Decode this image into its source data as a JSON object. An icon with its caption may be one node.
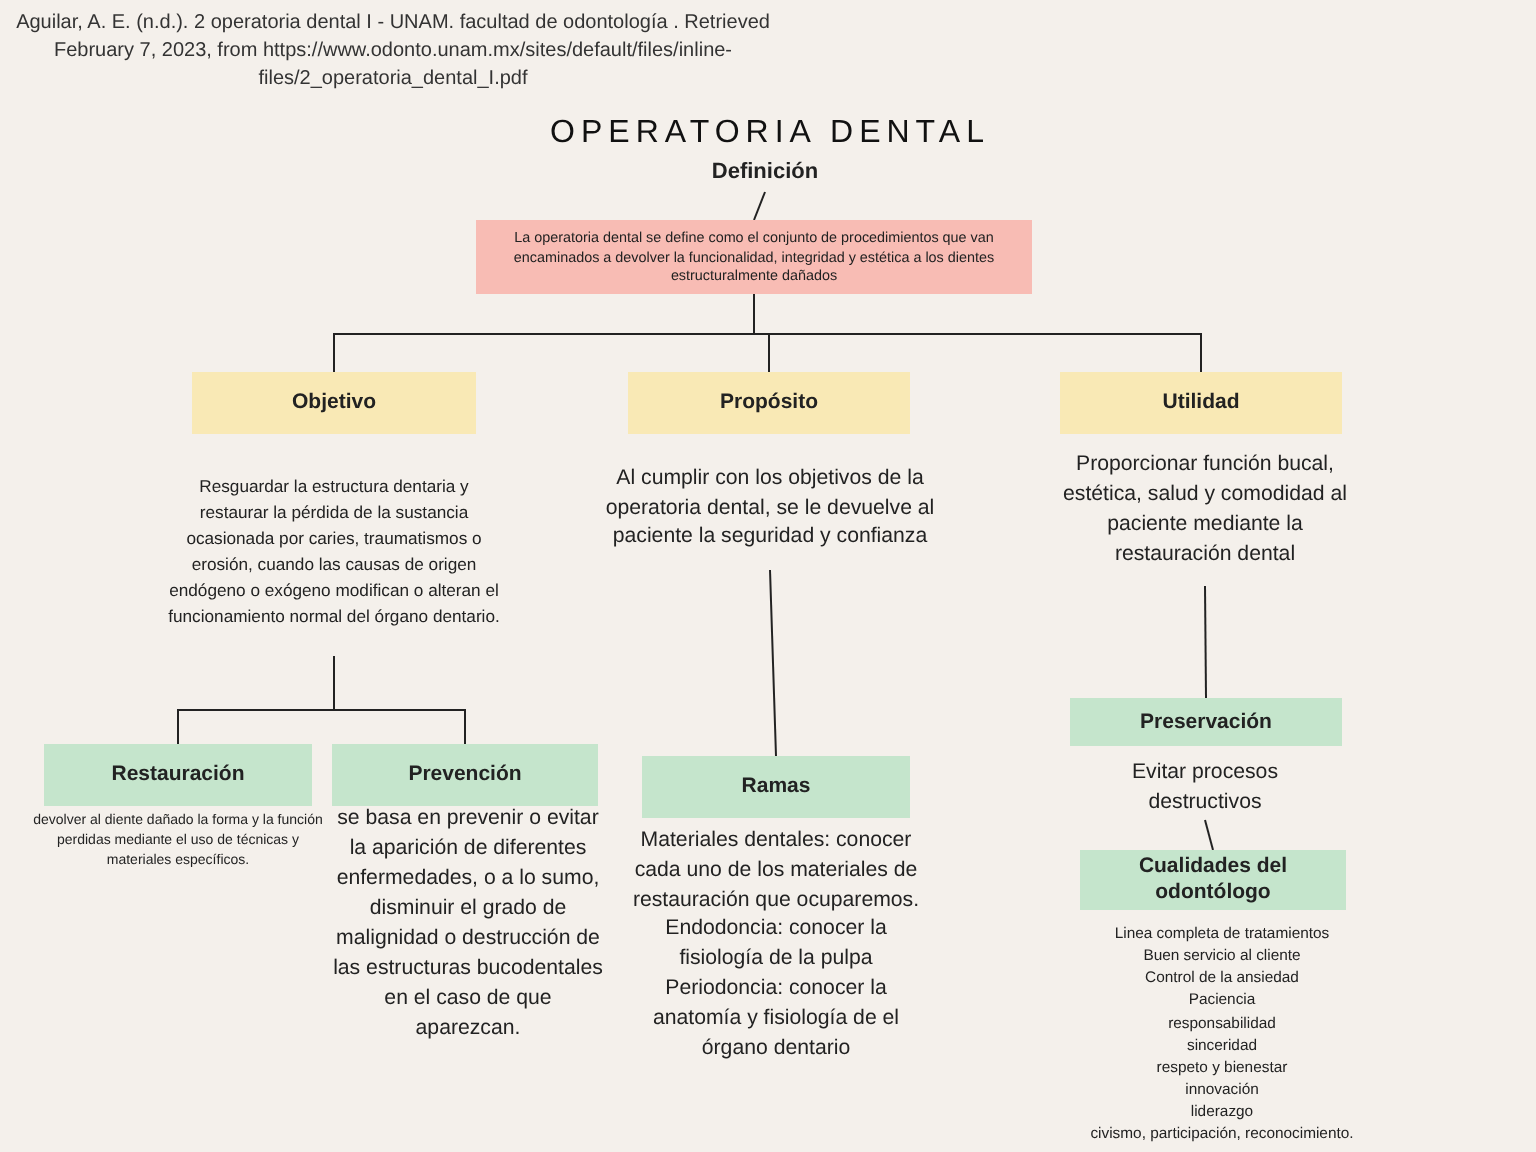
{
  "diagram": {
    "title": "OPERATORIA DENTAL",
    "nodes": [
      {
        "text": [
          "Definición"
        ]
      },
      {
        "text": [
          "La operatoria dental se define como el conjunto de procedimientos que van encaminados a devolver la funcionalidad, integridad y estética a los dientes estructuralmente dañados"
        ]
      },
      {
        "text": [
          "Objetivo"
        ]
      },
      {
        "text": [
          "Resguardar la estructura dentaria y restaurar la pérdida de la sustancia ocasionada por caries, traumatismos o erosión, cuando las causas de origen endógeno o exógeno modifican o alteran el funcionamiento normal del órgano dentario."
        ]
      },
      {
        "text": [
          "Propósito"
        ]
      },
      {
        "text": [
          "Al cumplir con los objetivos de la operatoria dental, se le devuelve al paciente la seguridad y confianza"
        ]
      },
      {
        "text": [
          "Utilidad"
        ]
      },
      {
        "text": [
          "Proporcionar función bucal, estética, salud y comodidad al paciente mediante la restauración dental"
        ]
      },
      {
        "text": [
          "Restauración"
        ],
        "beside": [
          "devolver al diente dañado la forma y la función perdidas mediante el uso de técnicas y materiales específicos."
        ]
      },
      {
        "text": [
          "Prevención"
        ],
        "beside": [
          "se basa en prevenir o evitar la aparición de diferentes enfermedades, o a lo sumo, disminuir el grado de malignidad o destrucción de las estructuras bucodentales en el caso de que aparezcan."
        ]
      },
      {
        "text": [
          "Ramas"
        ],
        "beside": [
          "Materiales dentales: conocer cada uno de los materiales de restauración que ocuparemos. Endodoncia: conocer la fisiología de la pulpa Periodoncia: conocer la anatomía y fisiología de el órgano dentario"
        ]
      },
      {
        "text": [
          "Preservación"
        ]
      },
      {
        "text": [
          "Evitar procesos destructivos"
        ]
      },
      {
        "text": [
          "Cualidades del odontólogo"
        ],
        "beside": [
          "Linea completa de tratamientos",
          "Buen servicio al cliente",
          "Control de la ansiedad",
          "Paciencia",
          "responsabilidad",
          "sinceridad",
          "respeto y bienestar",
          "innovación",
          "liderazgo",
          "civismo, participación, reconocimiento."
        ]
      }
    ],
    "edges": [
      {
        "from": 0,
        "to": 1,
        "arrow": "none"
      },
      {
        "from": 1,
        "to": 2,
        "arrow": "none"
      },
      {
        "from": 1,
        "to": 4,
        "arrow": "none"
      },
      {
        "from": 1,
        "to": 6,
        "arrow": "none"
      },
      {
        "from": 3,
        "to": 8,
        "arrow": "none"
      },
      {
        "from": 3,
        "to": 9,
        "arrow": "none"
      },
      {
        "from": 5,
        "to": 10,
        "arrow": "none"
      },
      {
        "from": 7,
        "to": 11,
        "arrow": "none"
      },
      {
        "from": 12,
        "to": 13,
        "arrow": "none"
      }
    ],
    "labels": [
      "Aguilar, A. E. (n.d.). 2 operatoria dental I - UNAM. facultad de odontología . Retrieved February 7, 2023, from https://www.odonto.unam.mx/sites/default/files/inline-files/2_operatoria_dental_I.pdf"
    ]
  }
}
